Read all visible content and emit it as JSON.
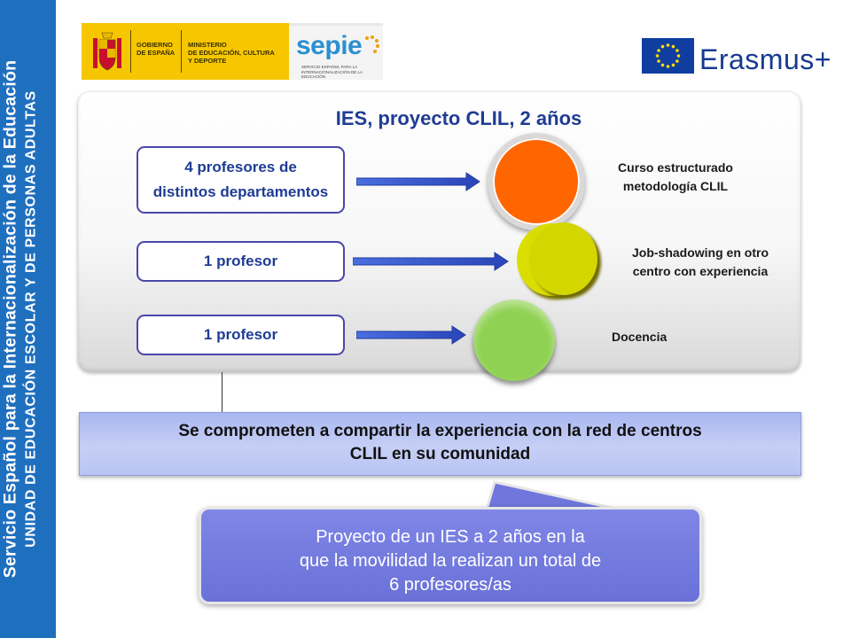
{
  "sidebar": {
    "line1": "Servicio Español para la Internacionalización de la Educación",
    "line2": "UNIDAD DE EDUCACIÓN ESCOLAR Y DE PERSONAS ADULTAS"
  },
  "header": {
    "gov_logo_text1": "GOBIERNO\nDE ESPAÑA",
    "gov_logo_text2": "MINISTERIO\nDE EDUCACIÓN, CULTURA\nY DEPORTE",
    "sepie_logo_word": "sepie",
    "sepie_logo_sub": "SERVICIO ESPAÑOL PARA LA\nINTERNACIONALIZACIÓN DE LA EDUCACIÓN",
    "erasmus_logo_word": "Erasmus+"
  },
  "diagram": {
    "title": "IES, proyecto CLIL, 2 años",
    "rows": [
      {
        "box": "4 profesores de distintos departamentos",
        "label": "Curso estructurado metodología CLIL"
      },
      {
        "box": "1 profesor",
        "label": "Job-shadowing en otro centro con experiencia"
      },
      {
        "box": "1 profesor",
        "label": "Docencia"
      }
    ],
    "row1_box_line1": "4 profesores de",
    "row1_box_line2": "distintos departamentos",
    "row1_label_line1": "Curso estructurado",
    "row1_label_line2": "metodología CLIL",
    "row2_label_line1": "Job-shadowing en otro",
    "row2_label_line2": "centro con experiencia"
  },
  "commitment": {
    "line1": "Se comprometen a compartir la experiencia con la red de centros",
    "line2": "CLIL en su comunidad"
  },
  "callout": {
    "line1": "Proyecto de un IES a 2 años en la",
    "line2": "que la movilidad la realizan un total de",
    "line3": "6 profesores/as"
  },
  "colors": {
    "side_band": "#1f6fbf",
    "circle_course": "#ff6600",
    "circle_job_shadowing": "#d4d600",
    "circle_teaching": "#8fd152",
    "box_border": "#4a47a8",
    "commit_fill": "#b9c4f3",
    "callout_fill": "#6a71d8"
  }
}
